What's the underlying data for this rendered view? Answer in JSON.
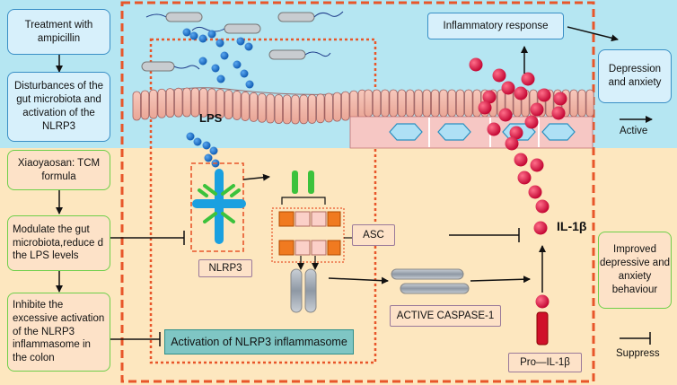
{
  "left_column": {
    "treatment": "Treatment with ampicillin",
    "disturbances": "Disturbances of the gut microbiota and activation of the NLRP3",
    "xiaoyaosan": "Xiaoyaosan: TCM formula",
    "modulate": "Modulate the gut microbiota,reduce d the LPS levels",
    "inhibit": "Inhibite the excessive activation of the NLRP3 inflammasome in the colon"
  },
  "center": {
    "lps": "LPS",
    "nlrp3": "NLRP3",
    "asc": "ASC",
    "activation": "Activation of NLRP3 inflammasome",
    "active_caspase": "ACTIVE CASPASE-1",
    "il1b": "IL-1β",
    "pro_il1b": "Pro—IL-1β"
  },
  "right_column": {
    "inflammatory": "Inflammatory response",
    "depression": "Depression and anxiety",
    "improved": "Improved depressive and anxiety behaviour"
  },
  "legend": {
    "active": "Active",
    "suppress": "Suppress"
  },
  "colors": {
    "top_bg": "#b5e6f2",
    "bottom_bg": "#fde7bf",
    "dashed_border": "#e8562a",
    "bacteria_blue": "#1f7fd0",
    "red_dot": "#d0103a",
    "nlrp3_blue": "#1aa0e0",
    "nlrp3_green": "#3cc23c"
  }
}
